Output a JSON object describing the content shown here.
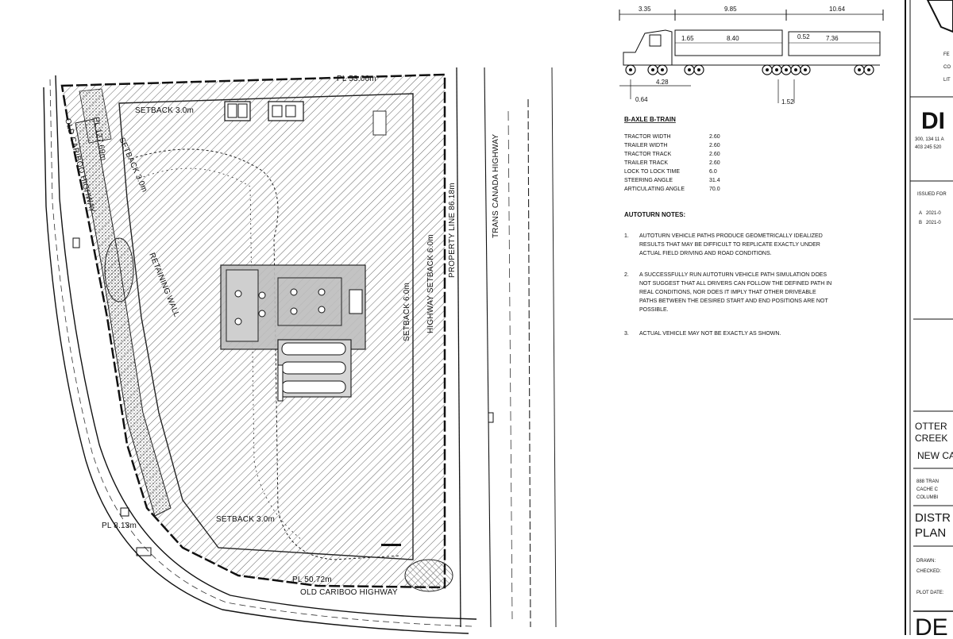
{
  "site_labels": {
    "pl_north": "PL 53.06m",
    "pl_south": "PL 50.72m",
    "pl_west_small": "PL 8.13m",
    "pl_west_diag": "PL 127.69m",
    "property_line": "PROPERTY LINE 86.18m",
    "setback_north": "SETBACK 3.0m",
    "setback_nw": "SETBACK 3.0m",
    "setback_south": "SETBACK 3.0m",
    "setback_inner_east": "SETBACK 6.0m",
    "highway_setback": "HIGHWAY SETBACK 6.0m",
    "old_cariboo_west": "OLD CARIBOO HIGHWAY",
    "old_cariboo_south": "OLD CARIBOO HIGHWAY",
    "trans_canada": "TRANS CANADA HIGHWAY",
    "retaining_wall": "RETAINING WALL"
  },
  "vehicle": {
    "dims_top": [
      "3.35",
      "9.85",
      "10.64"
    ],
    "dims_tractor": [
      "1.65",
      "8.40"
    ],
    "dims_pup": [
      "0.52",
      "7.36"
    ],
    "dims_bottom": [
      "4.28",
      "0.64",
      "1.52"
    ],
    "spec_title": "B-AXLE B-TRAIN",
    "specs": [
      {
        "label": "TRACTOR WIDTH",
        "value": "2.60"
      },
      {
        "label": "TRAILER WIDTH",
        "value": "2.60"
      },
      {
        "label": "TRACTOR TRACK",
        "value": "2.60"
      },
      {
        "label": "TRAILER TRACK",
        "value": "2.60"
      },
      {
        "label": "LOCK TO LOCK TIME",
        "value": "6.0"
      },
      {
        "label": "STEERING ANGLE",
        "value": "31.4"
      },
      {
        "label": "ARTICULATING ANGLE",
        "value": "70.0"
      }
    ]
  },
  "autoturn": {
    "title": "AUTOTURN NOTES:",
    "notes": [
      {
        "num": "1.",
        "lines": [
          "AUTOTURN VEHICLE PATHS PRODUCE GEOMETRICALLY IDEALIZED",
          "RESULTS THAT MAY BE DIFFICULT TO REPLICATE EXACTLY UNDER",
          "ACTUAL FIELD DRIVING AND ROAD CONDITIONS."
        ]
      },
      {
        "num": "2.",
        "lines": [
          "A SUCCESSFULLY RUN AUTOTURN VEHICLE PATH SIMULATION DOES",
          "NOT SUGGEST THAT ALL DRIVERS CAN FOLLOW THE DEFINED PATH IN",
          "REAL CONDITIONS, NOR DOES IT IMPLY THAT OTHER DRIVEABLE",
          "PATHS BETWEEN THE DESIRED START AND END POSITIONS ARE NOT",
          "POSSIBLE."
        ]
      },
      {
        "num": "3.",
        "lines": [
          "ACTUAL VEHICLE MAY NOT BE EXACTLY AS SHOWN."
        ]
      }
    ]
  },
  "title_block": {
    "top_lines": [
      "FE",
      "CO",
      "LIT"
    ],
    "logo": "DI",
    "address": [
      "300, 134 11 A",
      "403 245 520"
    ],
    "issued_for": "ISSUED FOR",
    "revisions": [
      {
        "rev": "A",
        "date": "2021-0"
      },
      {
        "rev": "B",
        "date": "2021-0"
      }
    ],
    "project": [
      "OTTER",
      "CREEK"
    ],
    "project_sub": "NEW CA",
    "site_address": [
      "888 TRAN",
      "CACHE C",
      "COLUMBI"
    ],
    "drawing_title": [
      "DISTR",
      "PLAN"
    ],
    "meta": [
      "DRAWN:",
      "CHECKED:",
      "PLOT DATE:"
    ],
    "footer": "DE"
  }
}
